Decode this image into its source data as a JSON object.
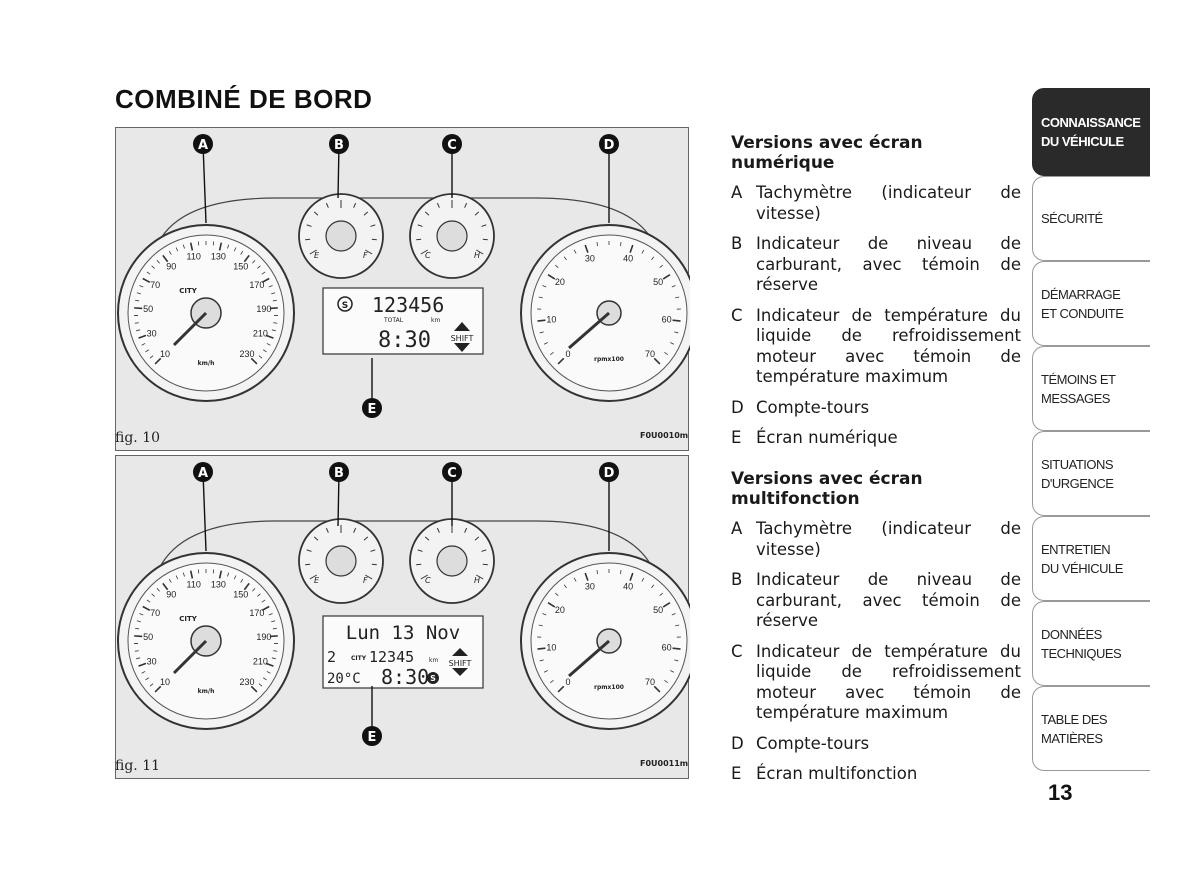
{
  "page_title": "COMBINÉ DE BORD",
  "figures": [
    {
      "caption": "fig. 10",
      "code": "F0U0010m",
      "callouts": [
        "A",
        "B",
        "C",
        "D",
        "E"
      ],
      "display": {
        "mode": "numeric",
        "odometer": "123456",
        "total_label": "TOTAL",
        "km_label": "km",
        "clock": "8:30",
        "shift_label": "SHIFT",
        "s_symbol": "S"
      }
    },
    {
      "caption": "fig. 11",
      "code": "F0U0011m",
      "callouts": [
        "A",
        "B",
        "C",
        "D",
        "E"
      ],
      "display": {
        "mode": "multi",
        "date": "Lun 13 Nov",
        "gear": "2",
        "city_label": "CITY",
        "odometer": "12345",
        "km_label": "km",
        "shift_label": "SHIFT",
        "temp": "20°C",
        "clock": "8:30",
        "s_symbol": "S"
      }
    }
  ],
  "gauges": {
    "speedo": {
      "labels": [
        "10",
        "30",
        "50",
        "70",
        "90",
        "110",
        "130",
        "150",
        "170",
        "190",
        "210",
        "230"
      ],
      "unit": "km/h",
      "city": "CITY"
    },
    "fuel": {
      "empty": "E",
      "full": "F"
    },
    "temp": {
      "cold": "C",
      "hot": "H"
    },
    "tacho": {
      "labels": [
        "0",
        "10",
        "20",
        "30",
        "40",
        "50",
        "60",
        "70"
      ],
      "unit": "rpmx100"
    }
  },
  "sections": [
    {
      "heading": "Versions avec écran numérique",
      "items": [
        {
          "key": "A",
          "text": "Tachymètre (indicateur de vitesse)"
        },
        {
          "key": "B",
          "text": "Indicateur de niveau de carburant, avec témoin de réserve"
        },
        {
          "key": "C",
          "text": "Indicateur de température du liquide de refroidissement moteur avec témoin de température maximum"
        },
        {
          "key": "D",
          "text": "Compte-tours"
        },
        {
          "key": "E",
          "text": "Écran numérique"
        }
      ]
    },
    {
      "heading": "Versions avec écran multifonction",
      "items": [
        {
          "key": "A",
          "text": "Tachymètre (indicateur de vitesse)"
        },
        {
          "key": "B",
          "text": "Indicateur de niveau de carburant, avec témoin de réserve"
        },
        {
          "key": "C",
          "text": "Indicateur de température du liquide de refroidissement moteur avec témoin de température maximum"
        },
        {
          "key": "D",
          "text": "Compte-tours"
        },
        {
          "key": "E",
          "text": "Écran multifonction"
        }
      ]
    }
  ],
  "sidebar": [
    {
      "label": "CONNAISSANCE DU VÉHICULE",
      "active": true
    },
    {
      "label": "SÉCURITÉ",
      "active": false
    },
    {
      "label": "DÉMARRAGE ET CONDUITE",
      "active": false
    },
    {
      "label": "TÉMOINS ET MESSAGES",
      "active": false
    },
    {
      "label": "SITUATIONS D'URGENCE",
      "active": false
    },
    {
      "label": "ENTRETIEN DU VÉHICULE",
      "active": false
    },
    {
      "label": "DONNÉES TECHNIQUES",
      "active": false
    },
    {
      "label": "TABLE DES MATIÈRES",
      "active": false
    }
  ],
  "page_number": "13",
  "colors": {
    "figure_bg": "#e8e8e8",
    "active_tab": "#2a2a2a",
    "ink": "#1a1a1a"
  }
}
